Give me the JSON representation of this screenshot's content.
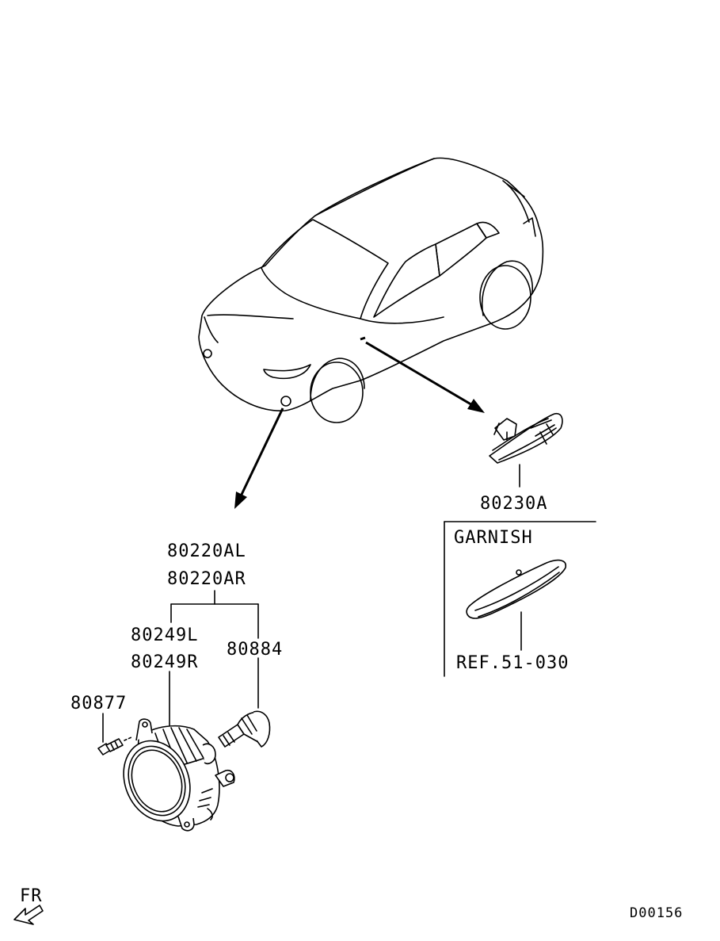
{
  "labels": {
    "fog_lamp_l": "80220AL",
    "fog_lamp_r": "80220AR",
    "bracket_l": "80249L",
    "bracket_r": "80249R",
    "bulb": "80884",
    "screw": "80877",
    "side_turn_lamp": "80230A",
    "garnish_title": "GARNISH",
    "garnish_ref": "REF.51-030",
    "front_indicator": "FR",
    "diagram_code": "D00156"
  },
  "icons": [
    "vehicle-outline",
    "fog-lamp-assembly",
    "bulb",
    "screw",
    "side-turn-lamp",
    "garnish",
    "front-arrow-icon"
  ]
}
